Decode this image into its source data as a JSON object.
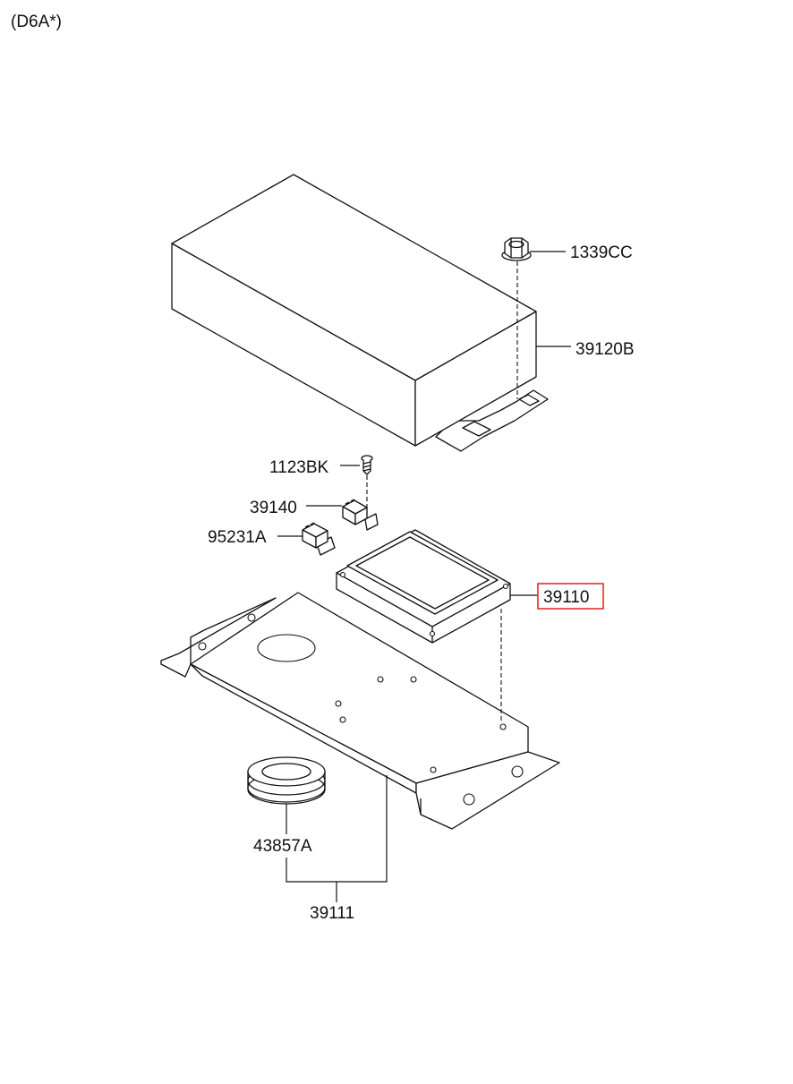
{
  "heading": "(D6A*)",
  "highlight_color": "#e03030",
  "parts": [
    {
      "id": "p-1339cc",
      "number": "1339CC"
    },
    {
      "id": "p-39120b",
      "number": "39120B"
    },
    {
      "id": "p-1123bk",
      "number": "1123BK"
    },
    {
      "id": "p-39140",
      "number": "39140"
    },
    {
      "id": "p-95231a",
      "number": "95231A"
    },
    {
      "id": "p-39110",
      "number": "39110",
      "highlighted": true
    },
    {
      "id": "p-43857a",
      "number": "43857A"
    },
    {
      "id": "p-39111",
      "number": "39111"
    }
  ]
}
